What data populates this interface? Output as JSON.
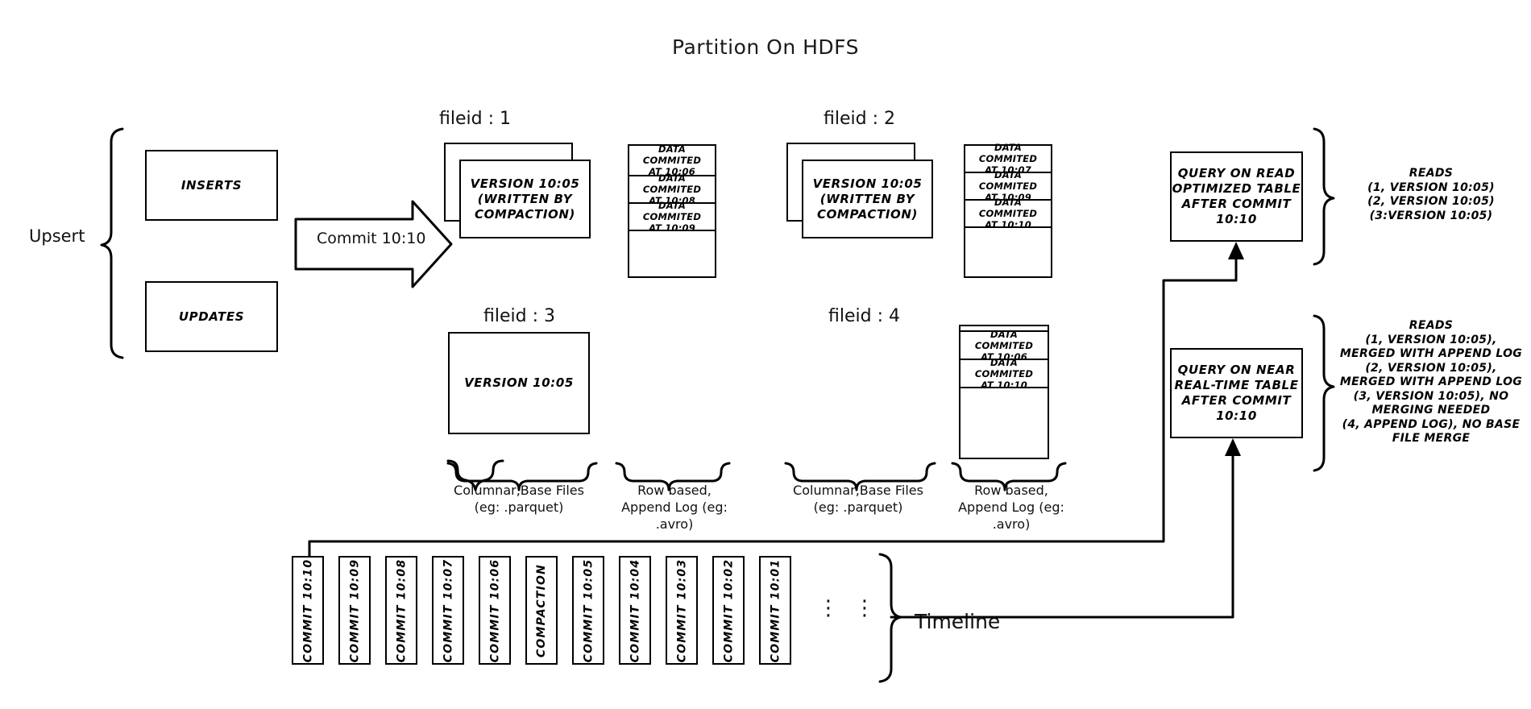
{
  "title": "Partition On HDFS",
  "left": {
    "upsert_label": "Upsert",
    "inserts_label": "INSERTS",
    "updates_label": "UPDATES",
    "commit_arrow_label": "Commit 10:10"
  },
  "file_groups": [
    {
      "id": "fileid1",
      "header": "fileid : 1",
      "base_box_text": "VERSION 10:05\n(WRITTEN BY\nCOMPACTION)",
      "stacked": true,
      "log_entries": [
        "DATA COMMITED\nAT 10:06",
        "DATA COMMITED\nAT 10:08",
        "DATA COMMITED\nAT 10:09"
      ]
    },
    {
      "id": "fileid2",
      "header": "fileid : 2",
      "base_box_text": "VERSION 10:05\n(WRITTEN BY\nCOMPACTION)",
      "stacked": true,
      "log_entries": [
        "DATA COMMITED\nAT 10:07",
        "DATA COMMITED\nAT 10:09",
        "DATA COMMITED\nAT 10:10"
      ]
    },
    {
      "id": "fileid3",
      "header": "fileid : 3",
      "base_box_text": "VERSION 10:05",
      "stacked": false,
      "log_entries": []
    },
    {
      "id": "fileid4",
      "header": "fileid : 4",
      "base_box_text": "",
      "stacked": false,
      "log_entries": [
        "DATA COMMITED\nAT 10:06",
        "DATA COMMITED\nAT 10:10"
      ]
    }
  ],
  "captions": {
    "columnar_left": "Columnar,Base Files\n(eg: .parquet)",
    "rowlog_left": "Row based,\nAppend Log  (eg:\n.avro)",
    "columnar_right": "Columnar,Base Files\n(eg: .parquet)",
    "rowlog_right": "Row based,\nAppend Log  (eg:\n.avro)"
  },
  "queries": {
    "read_optimized": "QUERY ON READ\nOPTIMIZED TABLE\nAFTER COMMIT\n10:10",
    "near_real_time": "QUERY ON NEAR\nREAL-TIME TABLE\nAFTER COMMIT\n10:10"
  },
  "reads": {
    "read_optimized": "READS\n(1, VERSION 10:05)\n(2, VERSION 10:05)\n(3:VERSION 10:05)",
    "near_real_time": "READS\n(1, VERSION 10:05),\nMERGED WITH APPEND LOG\n(2, VERSION 10:05),\nMERGED WITH APPEND LOG\n(3, VERSION 10:05), NO\nMERGING NEEDED\n(4, APPEND LOG), NO BASE\nFILE MERGE"
  },
  "timeline": {
    "label": "Timeline",
    "ellipsis": "⋮",
    "commits": [
      "COMMIT  10:10",
      "COMMIT  10:09",
      "COMMIT  10:08",
      "COMMIT  10:07",
      "COMMIT  10:06",
      "COMPACTION",
      "COMMIT  10:05",
      "COMMIT  10:04",
      "COMMIT  10:03",
      "COMMIT  10:02",
      "COMMIT  10:01"
    ]
  },
  "colors": {
    "stroke": "#000000",
    "background": "#ffffff",
    "text": "#111111"
  }
}
